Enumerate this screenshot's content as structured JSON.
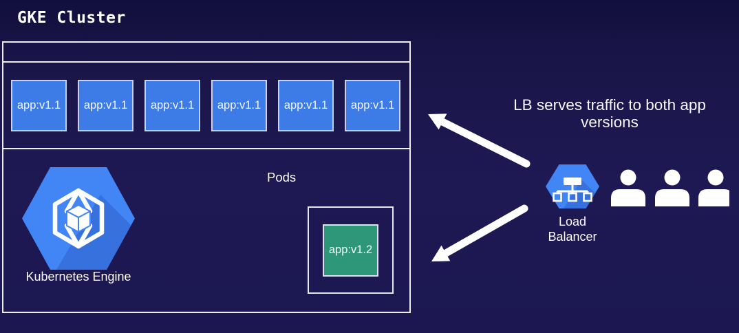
{
  "title": "GKE Cluster",
  "cluster": {
    "pods": [
      "app:v1.1",
      "app:v1.1",
      "app:v1.1",
      "app:v1.1",
      "app:v1.1",
      "app:v1.1"
    ],
    "pods_label": "Pods",
    "engine_label": "Kubernetes Engine",
    "new_pod_label": "app:v1.2"
  },
  "loadbalancer": {
    "label": "Load Balancer",
    "caption": "LB serves traffic to both app versions",
    "users_count": 3
  },
  "icons": {
    "gke": "kubernetes-engine-hexagon-icon",
    "lb": "load-balancer-hexagon-icon",
    "user": "user-icon",
    "arrows": "traffic-arrow-icons"
  },
  "colors": {
    "background": "#1c1751",
    "pod_v1_blue": "#3d7ce6",
    "pod_v2_green": "#2e9779",
    "hexagon_blue": "#4285f4",
    "hexagon_shadow": "#2c5dc7",
    "border_white": "#f0eff7",
    "text_white": "#ffffff"
  }
}
